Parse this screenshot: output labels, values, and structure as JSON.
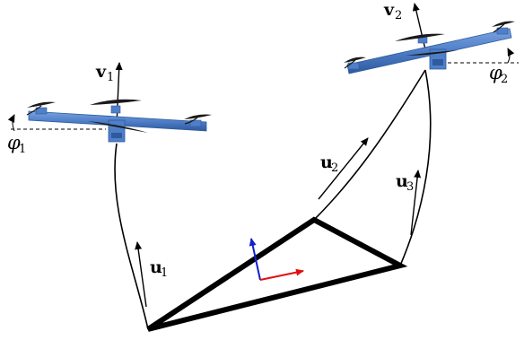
{
  "labels": {
    "v1": {
      "main": "v",
      "sub": "1"
    },
    "v2": {
      "main": "v",
      "sub": "2"
    },
    "phi1": {
      "main": "φ",
      "sub": "1"
    },
    "phi2": {
      "main": "φ",
      "sub": "2"
    },
    "u1": {
      "main": "u",
      "sub": "1"
    },
    "u2": {
      "main": "u",
      "sub": "2"
    },
    "u3": {
      "main": "u",
      "sub": "3"
    }
  },
  "colors": {
    "drone_body": "#4f7fc8",
    "drone_body_dark": "#2e5a9e",
    "propeller": "#1a1a1a",
    "payload_edge": "#000000",
    "frame_axis_x": "#e01010",
    "frame_axis_y": "#1020d0",
    "cable": "#000000"
  }
}
